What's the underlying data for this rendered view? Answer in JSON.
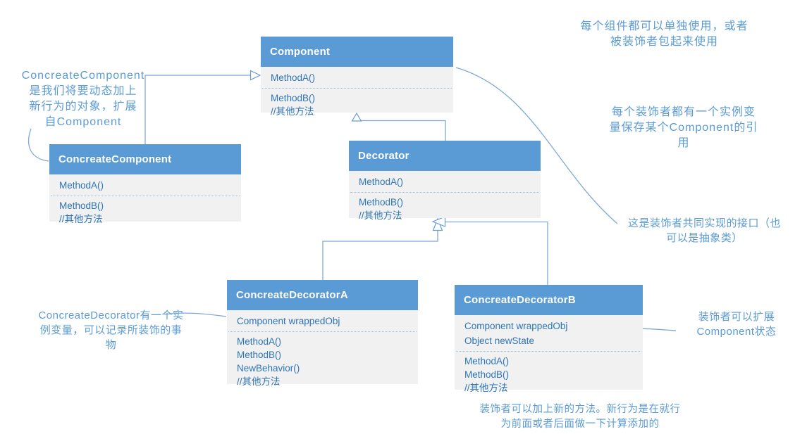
{
  "diagram_title": "Decorator pattern UML class diagram",
  "colors": {
    "header_bg": "#5b9bd5",
    "body_bg": "#f1f1f2",
    "member_text": "#2e75b6",
    "note_text": "#5b9bd5",
    "connector": "#7fa8d7"
  },
  "classes": {
    "component": {
      "name": "Component",
      "comp1": [
        "MethodA()"
      ],
      "comp2": [
        "MethodB()",
        "//其他方法"
      ]
    },
    "concreate_component": {
      "name": "ConcreateComponent",
      "comp1": [
        "MethodA()"
      ],
      "comp2": [
        "MethodB()",
        "//其他方法"
      ]
    },
    "decorator": {
      "name": "Decorator",
      "comp1": [
        "MethodA()"
      ],
      "comp2": [
        "MethodB()",
        "//其他方法"
      ]
    },
    "concreate_decorator_a": {
      "name": "ConcreateDecoratorA",
      "comp1": [
        "Component wrappedObj"
      ],
      "comp2": [
        "MethodA()",
        "MethodB()",
        "NewBehavior()",
        "//其他方法"
      ]
    },
    "concreate_decorator_b": {
      "name": "ConcreateDecoratorB",
      "comp1": [
        "Component wrappedObj",
        "Object newState"
      ],
      "comp2": [
        "MethodA()",
        "MethodB()",
        "//其他方法"
      ]
    }
  },
  "notes": {
    "top_right": {
      "lines": [
        "每个组件都可以单独使用，或者",
        "被装饰者包起来使用"
      ]
    },
    "left": {
      "lines": [
        "ConcreateComponent",
        "是我们将要动态加上",
        "新行为的对象，扩展",
        "自Component"
      ]
    },
    "right_mid": {
      "lines": [
        "每个装饰者都有一个实例变",
        "量保存某个Component的引",
        "用"
      ]
    },
    "interface": {
      "lines": [
        "这是装饰者共同实现的接口（也",
        "可以是抽象类）"
      ]
    },
    "bottom_left": {
      "lines": [
        "ConcreateDecorator有一个实",
        "例变量，可以记录所装饰的事",
        "物"
      ]
    },
    "extend": {
      "lines": [
        "装饰者可以扩展",
        "Component状态"
      ]
    },
    "bottom": {
      "lines": [
        "装饰者可以加上新的方法。新行为是在就行",
        "为前面或者后面做一下计算添加的"
      ]
    }
  }
}
